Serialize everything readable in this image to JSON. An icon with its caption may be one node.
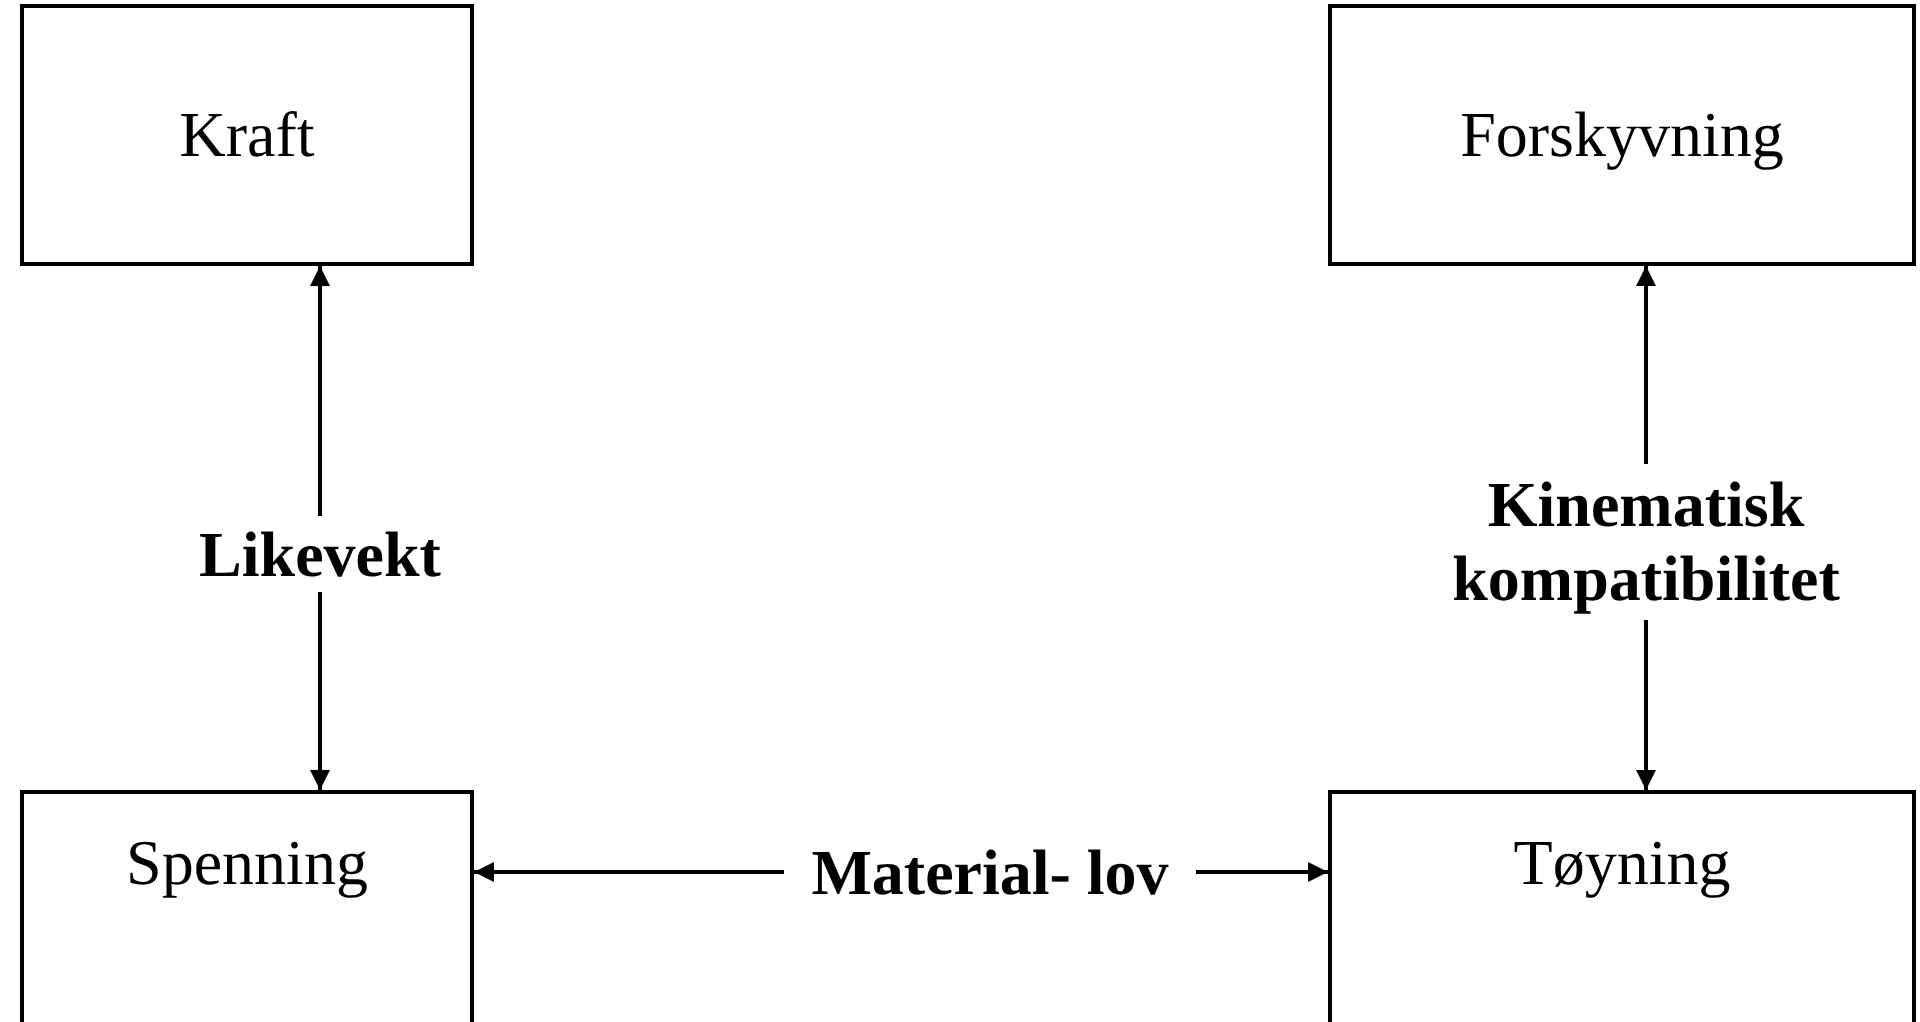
{
  "diagram": {
    "nodes": [
      {
        "text": [
          "Kraft"
        ]
      },
      {
        "text": [
          "Forskyvning"
        ]
      },
      {
        "text": [
          "Likevekt"
        ]
      },
      {
        "text": [
          "Kinematisk kompatibilitet"
        ]
      },
      {
        "text": [
          "Spenning"
        ]
      },
      {
        "text": [
          "Material- lov"
        ]
      },
      {
        "text": [
          "Tøyning"
        ]
      }
    ],
    "edges": [
      {
        "from": 2,
        "to": 0,
        "arrow": "to"
      },
      {
        "from": 2,
        "to": 4,
        "arrow": "to"
      },
      {
        "from": 3,
        "to": 1,
        "arrow": "to"
      },
      {
        "from": 3,
        "to": 6,
        "arrow": "to"
      },
      {
        "from": 5,
        "to": 4,
        "arrow": "to"
      },
      {
        "from": 5,
        "to": 6,
        "arrow": "to"
      }
    ]
  }
}
